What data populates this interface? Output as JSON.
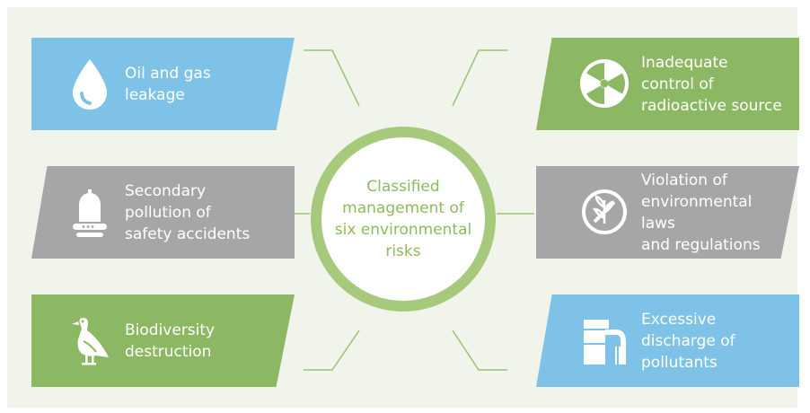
{
  "center": {
    "title": "Classified\nmanagement of\nsix environmental\nrisks"
  },
  "colors": {
    "blue": "#7ec3e7",
    "grey": "#a6a6a8",
    "green": "#8cb863",
    "ring": "#a6c97c",
    "center_text": "#8dbb5c",
    "connector": "#9bc36f",
    "background": "#f1f4eb"
  },
  "risks": [
    {
      "label": "Oil and gas\nleakage",
      "icon": "drop-icon",
      "color": "blue"
    },
    {
      "label": "Secondary\npollution of\nsafety accidents",
      "icon": "bell-icon",
      "color": "grey"
    },
    {
      "label": "Biodiversity\ndestruction",
      "icon": "bird-icon",
      "color": "green"
    },
    {
      "label": "Inadequate\ncontrol of\nradioactive source",
      "icon": "radiation-icon",
      "color": "green"
    },
    {
      "label": "Violation of\nenvironmental laws\nand regulations",
      "icon": "no-plant-icon",
      "color": "grey"
    },
    {
      "label": "Excessive\ndischarge of\npollutants",
      "icon": "discharge-pipe-icon",
      "color": "blue"
    }
  ]
}
